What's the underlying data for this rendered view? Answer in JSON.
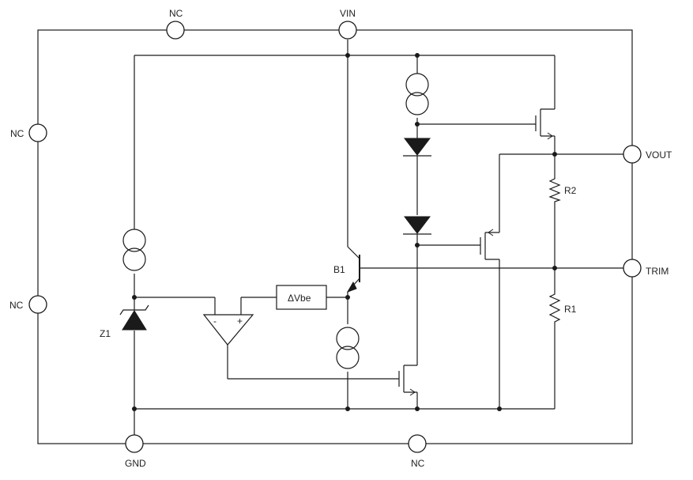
{
  "pins": {
    "nc_top": "NC",
    "vin": "VIN",
    "nc_left_upper": "NC",
    "nc_left_lower": "NC",
    "vout": "VOUT",
    "trim": "TRIM",
    "gnd": "GND",
    "nc_bottom": "NC"
  },
  "components": {
    "b1": "B1",
    "z1": "Z1",
    "r1": "R1",
    "r2": "R2",
    "dvbe": "ΔVbe",
    "opamp_minus": "-",
    "opamp_plus": "+"
  },
  "colors": {
    "line": "#1a1a1a",
    "background": "#ffffff"
  }
}
